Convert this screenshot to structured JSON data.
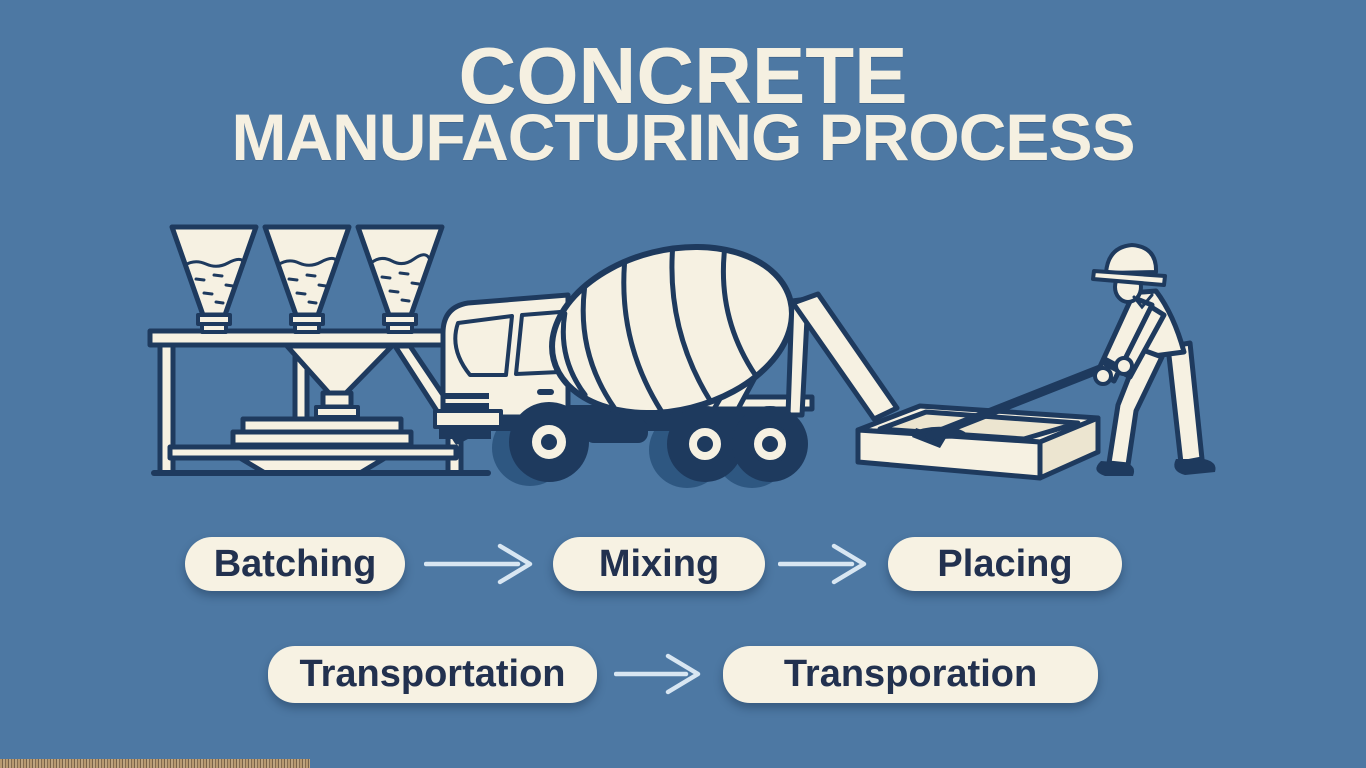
{
  "title": {
    "line1": "CONCRETE",
    "line2": "MANUFACTURING PROCESS"
  },
  "flow": {
    "row1": [
      {
        "label": "Batching"
      },
      {
        "label": "Mixing"
      },
      {
        "label": "Placing"
      }
    ],
    "row2": [
      {
        "label": "Transportation"
      },
      {
        "label": "Transporation"
      }
    ],
    "arrow_style": "thin open chevron arrow"
  },
  "illustration": {
    "batching_icon": "three-aggregate-hoppers-batching-plant",
    "mixing_icon": "concrete-mixer-truck",
    "transport_icon": "discharge-chute",
    "placing_icon": "worker-screeding-concrete-formwork"
  },
  "colors": {
    "background": "#4d78a3",
    "cream": "#f6f1e2",
    "outline_navy": "#1e3a5e",
    "pill_background": "#f7f2e3",
    "pill_text": "#22314f",
    "arrow": "#d8e6f2",
    "wheel_shadow_blue": "#2e5781",
    "texture_strip_tan": "#c49d6b"
  }
}
